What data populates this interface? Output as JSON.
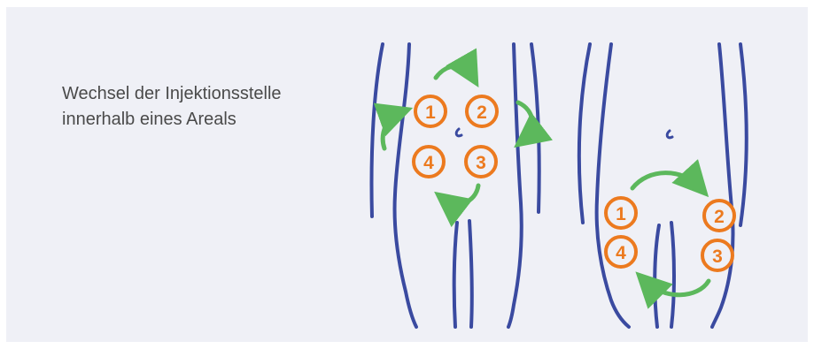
{
  "caption": {
    "line1": "Wechsel der Injektionsstelle",
    "line2": "innerhalb eines Areals"
  },
  "colors": {
    "background": "#eff0f6",
    "outline": "#3a4aa0",
    "marker": "#ec7a1f",
    "arrow": "#5cb85c"
  },
  "figures": {
    "abdomen": {
      "sites": [
        "1",
        "2",
        "3",
        "4"
      ]
    },
    "thigh": {
      "sites": [
        "1",
        "2",
        "3",
        "4"
      ]
    }
  }
}
